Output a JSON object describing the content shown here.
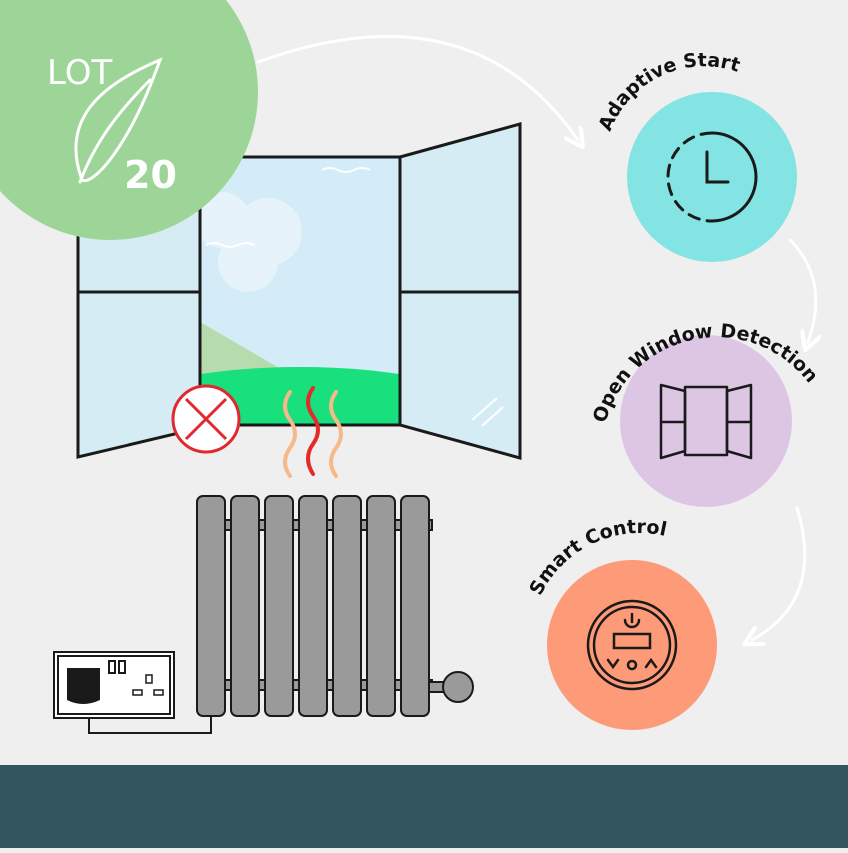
{
  "badge": {
    "prefix": "LOT",
    "number": "20",
    "color": "#9dd497"
  },
  "features": [
    {
      "label": "Adaptive Start",
      "color": "#84e3e3",
      "icon": "clock-icon"
    },
    {
      "label": "Open Window Detection",
      "color": "#dcc6e4",
      "icon": "open-window-icon"
    },
    {
      "label": "Smart Control",
      "color": "#fd9a78",
      "icon": "thermostat-control-icon"
    }
  ],
  "colors": {
    "background": "#efefef",
    "footer": "#33555f",
    "radiator": "#9a9a9a",
    "sky": "#d4ecf7",
    "grass": "#17e07d",
    "no_heat_marker": "#e0282e"
  }
}
